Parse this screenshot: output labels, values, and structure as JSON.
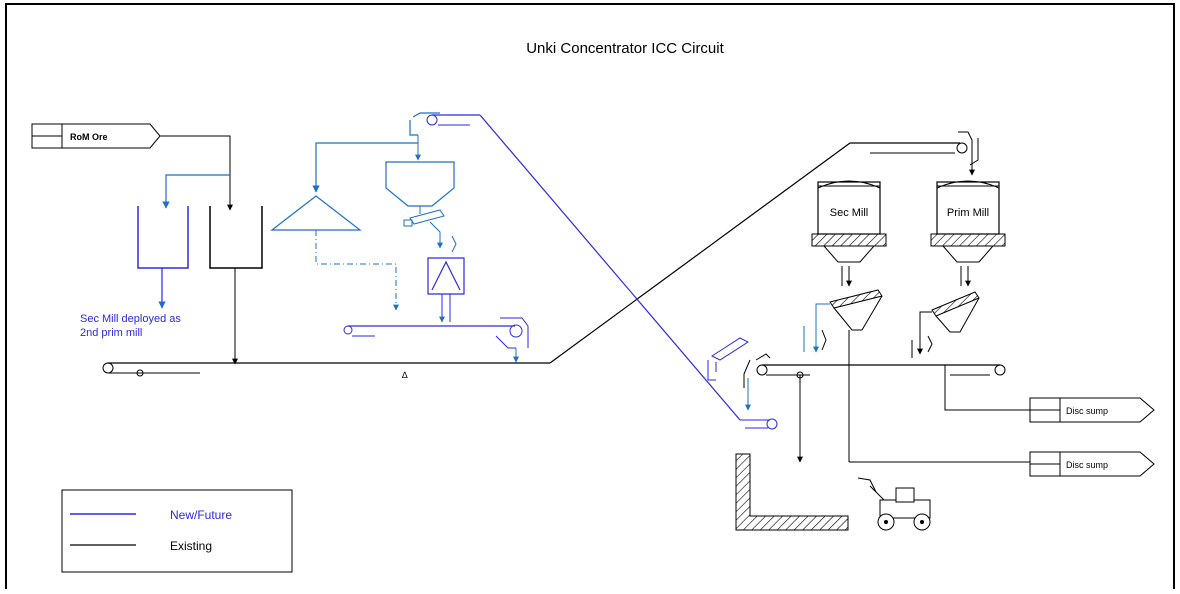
{
  "title": "Unki Concentrator ICC Circuit",
  "labels": {
    "rom_ore": "RoM Ore",
    "sec_mill": "Sec Mill",
    "prim_mill": "Prim Mill",
    "disc_sump_1": "Disc sump",
    "disc_sump_2": "Disc sump",
    "note_line1": "Sec Mill deployed as",
    "note_line2": "2nd prim mill",
    "scale_mark": "∆"
  },
  "legend": {
    "new_future": "New/Future",
    "existing": "Existing"
  },
  "colors": {
    "new_future": "#2a2ae0",
    "existing": "#000000",
    "accent_blue": "#1e6fc8"
  }
}
